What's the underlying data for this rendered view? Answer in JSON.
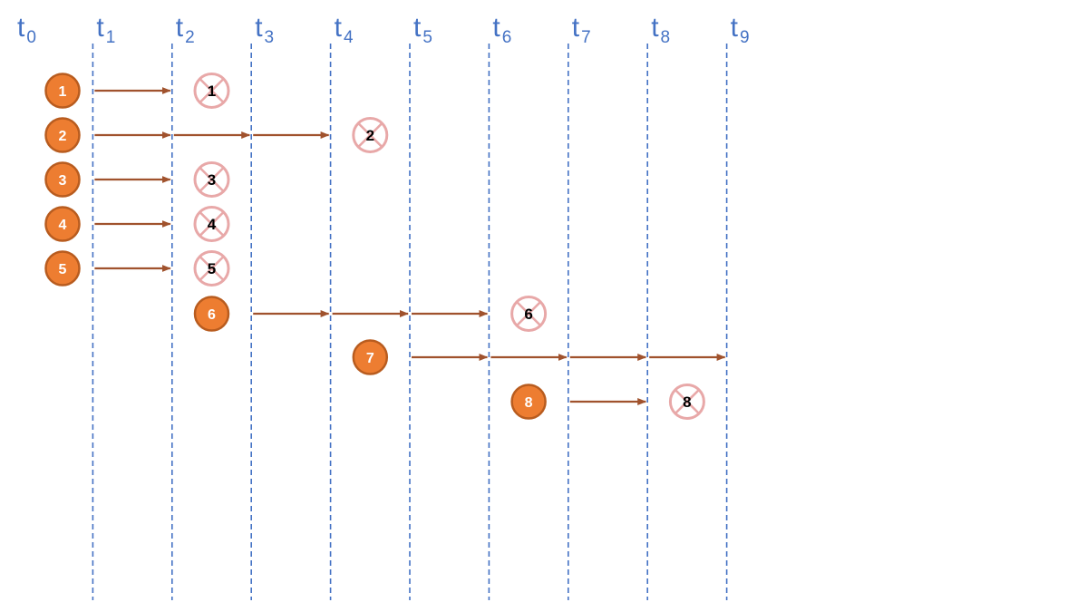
{
  "time_steps": [
    {
      "t": "t",
      "sub": "0"
    },
    {
      "t": "t",
      "sub": "1"
    },
    {
      "t": "t",
      "sub": "2"
    },
    {
      "t": "t",
      "sub": "3"
    },
    {
      "t": "t",
      "sub": "4"
    },
    {
      "t": "t",
      "sub": "5"
    },
    {
      "t": "t",
      "sub": "6"
    },
    {
      "t": "t",
      "sub": "7"
    },
    {
      "t": "t",
      "sub": "8"
    },
    {
      "t": "t",
      "sub": "9"
    }
  ],
  "processes": [
    {
      "label": "1",
      "start": 0,
      "end": 2,
      "terminated": true
    },
    {
      "label": "2",
      "start": 0,
      "end": 4,
      "terminated": true
    },
    {
      "label": "3",
      "start": 0,
      "end": 2,
      "terminated": true
    },
    {
      "label": "4",
      "start": 0,
      "end": 2,
      "terminated": true
    },
    {
      "label": "5",
      "start": 0,
      "end": 2,
      "terminated": true
    },
    {
      "label": "6",
      "start": 2,
      "end": 6,
      "terminated": true
    },
    {
      "label": "7",
      "start": 4,
      "end": 9,
      "terminated": false
    },
    {
      "label": "8",
      "start": 6,
      "end": 8,
      "terminated": true
    }
  ],
  "colors": {
    "timeline": "#4472c4",
    "arrow": "#a0522d",
    "start_fill": "#ed7d31",
    "start_stroke": "#b85c1f",
    "end_mark": "#e8a8a8"
  }
}
